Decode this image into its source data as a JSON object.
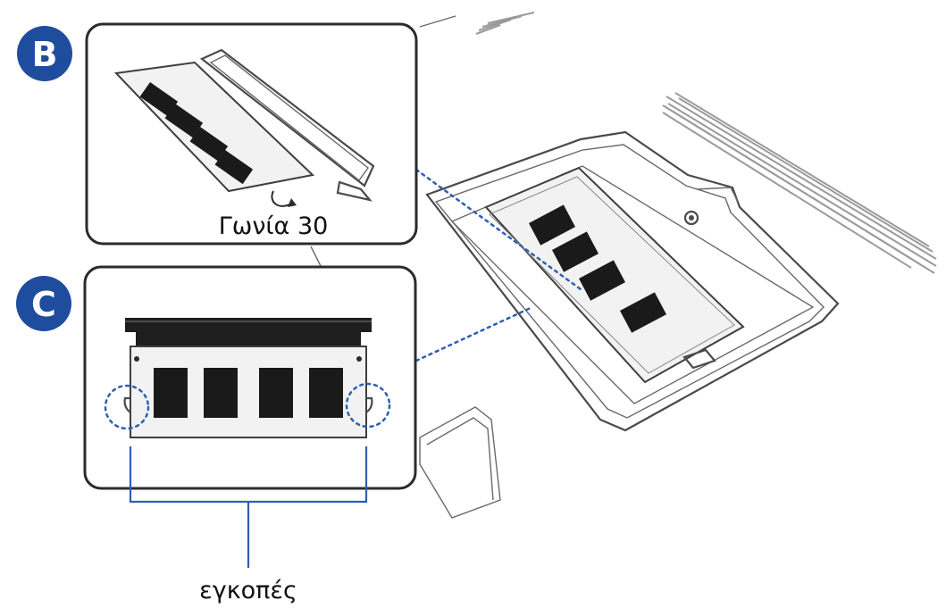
{
  "steps": {
    "b": {
      "letter": "B",
      "caption": "Γωνία 30"
    },
    "c": {
      "letter": "C"
    }
  },
  "annotation": {
    "notches_label": "εγκοπές"
  },
  "colors": {
    "badge_blue": "#1f4d9e",
    "leader_blue": "#2e5fb3",
    "chip_black": "#1a1a1a",
    "outline_gray": "#4a4a4a"
  }
}
